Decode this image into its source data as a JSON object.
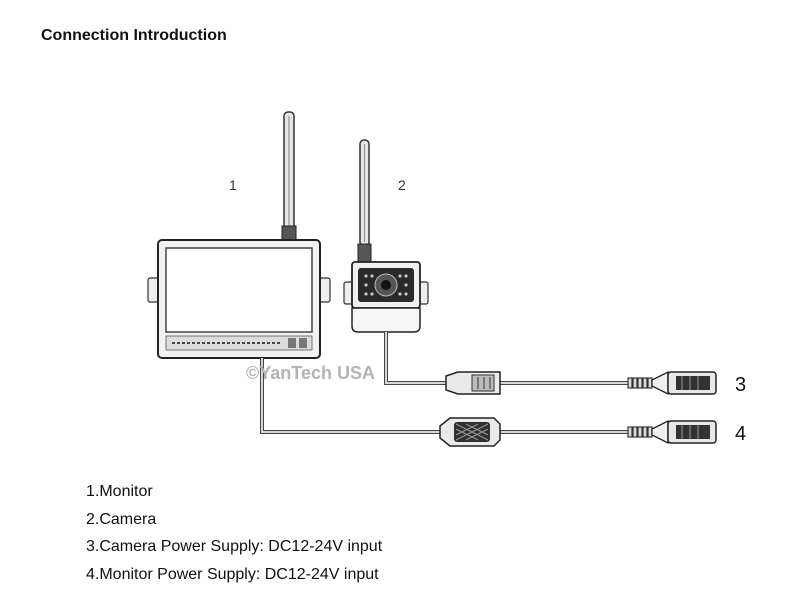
{
  "title": "Connection Introduction",
  "watermark": "©YanTech USA",
  "callouts": {
    "monitor": "1",
    "camera": "2",
    "camera_power": "3",
    "monitor_power": "4"
  },
  "legend": [
    "1.Monitor",
    "2.Camera",
    "3.Camera Power Supply: DC12-24V input",
    "4.Monitor Power Supply: DC12-24V input"
  ]
}
